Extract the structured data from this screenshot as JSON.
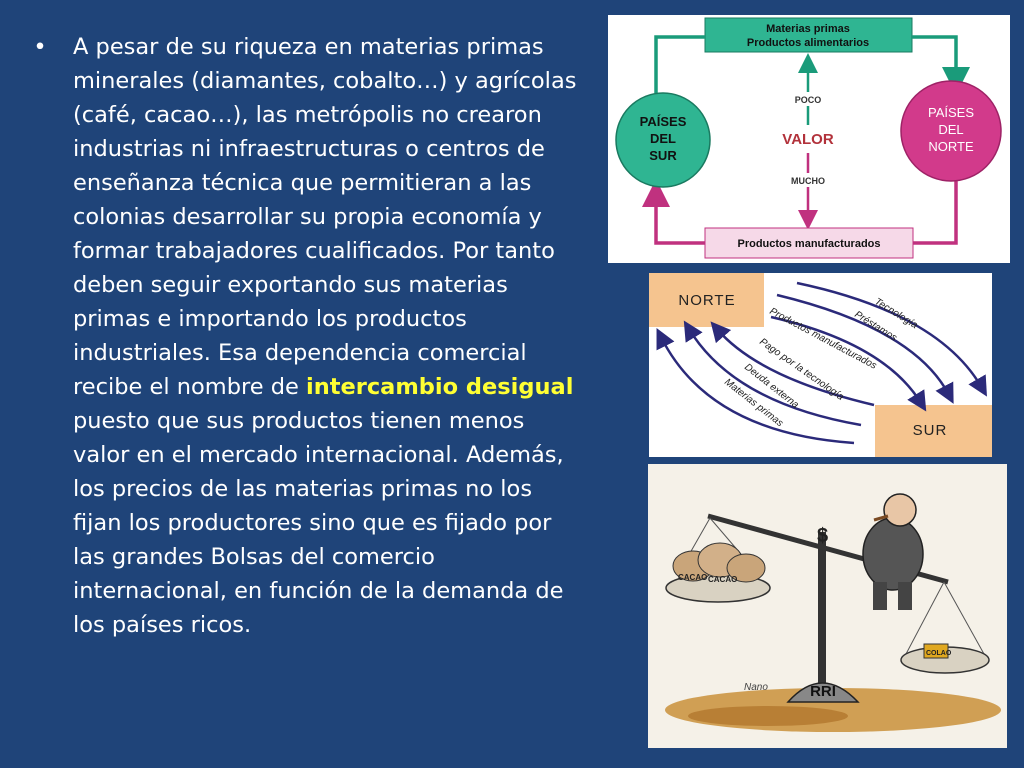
{
  "slide": {
    "bullet": "•",
    "paragraph_before": "A pesar de su riqueza en materias primas minerales (diamantes, cobalto…) y agrícolas (café, cacao…), las metrópolis no crearon industrias ni infraestructuras o centros de enseñanza técnica  que permitieran a las colonias desarrollar su propia economía y formar trabajadores cualificados. Por tanto deben seguir exportando sus materias primas e importando los productos industriales. Esa dependencia comercial recibe el nombre de ",
    "highlight": "intercambio desigual",
    "paragraph_after": " puesto que sus productos tienen menos valor en el mercado internacional. Además, los precios de las materias primas no los fijan los productores sino que es fijado por las grandes Bolsas del comercio internacional, en función de la demanda de los países ricos.",
    "highlight_color": "#ffff33",
    "background_color": "#1f4479"
  },
  "diagram1": {
    "top_box_line1": "Materias primas",
    "top_box_line2": "Productos alimentarios",
    "left_circle_line1": "PAÍSES",
    "left_circle_line2": "DEL",
    "left_circle_line3": "SUR",
    "right_circle_line1": "PAÍSES",
    "right_circle_line2": "DEL",
    "right_circle_line3": "NORTE",
    "center_top": "POCO",
    "center_main": "VALOR",
    "center_bottom": "MUCHO",
    "bottom_box": "Productos manufacturados",
    "colors": {
      "green": "#1a9b7a",
      "magenta": "#c0317f",
      "red": "#b2323b"
    }
  },
  "diagram2": {
    "norte": "NORTE",
    "sur": "SUR",
    "flow_1": "Tecnología",
    "flow_2": "Préstamos",
    "flow_3": "Productos manufacturados",
    "flow_4": "Pago por la tecnología",
    "flow_5": "Deuda externa",
    "flow_6": "Materias primas"
  },
  "cartoon": {
    "sack_label_1": "CACAO",
    "sack_label_2": "CACAO",
    "cup_label": "COLAO",
    "base_label": "RRI",
    "signature": "Nano",
    "dollar_sign": "$"
  }
}
